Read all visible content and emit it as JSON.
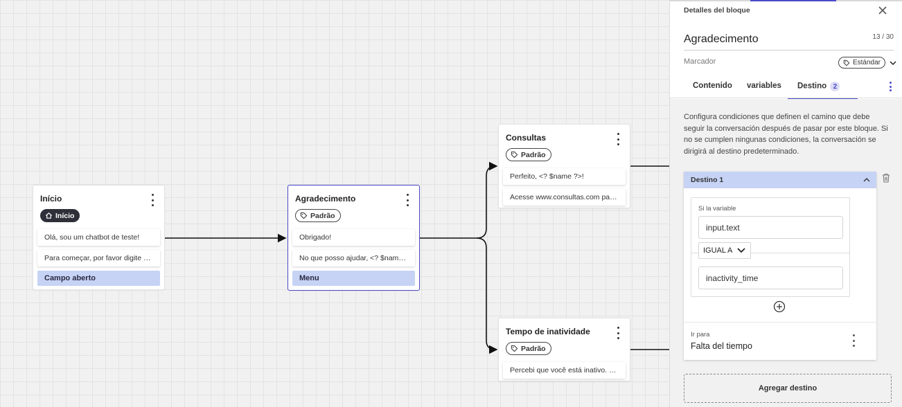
{
  "canvas": {
    "nodes": {
      "inicio": {
        "title": "Início",
        "tag": "Início",
        "messages": [
          "Olá, sou um chatbot de teste!",
          "Para começar, por favor digite o seu nome"
        ],
        "option": "Campo aberto"
      },
      "agradecimento": {
        "title": "Agradecimento",
        "tag": "Padrão",
        "messages": [
          "Obrigado!",
          "No que posso ajudar, <? $name ?>?"
        ],
        "option": "Menu"
      },
      "consultas": {
        "title": "Consultas",
        "tag": "Padrão",
        "messages": [
          "Perfeito, <? $name ?>!",
          "Acesse www.consultas.com para agendar"
        ]
      },
      "inatividade": {
        "title": "Tempo de inatividade",
        "tag": "Padrão",
        "messages": [
          "Percebi que você está inativo. Conversa encerrada."
        ]
      }
    }
  },
  "panel": {
    "header": "Detalles del bloque",
    "title": "Agradecimento",
    "char_count": "13 / 30",
    "marcador_label": "Marcador",
    "marcador_value": "Estándar",
    "tabs": [
      {
        "label": "Contenido"
      },
      {
        "label": "variables"
      },
      {
        "label": "Destino",
        "badge": "2"
      }
    ],
    "description": "Configura condiciones que definen el camino que debe seguir la conversación después de pasar por este bloque. Si no se cumplen ningunas condiciones, la conversación se dirigirá al destino predeterminado.",
    "destination": {
      "title": "Destino 1",
      "condition_label": "Si la variable",
      "variable": "input.text",
      "operator": "IGUAL A",
      "value": "inactivity_time",
      "goto_label": "Ir para",
      "goto_value": "Falta del tiempo"
    },
    "add_destination": "Agregar destino"
  },
  "colors": {
    "accent": "#4a49c9",
    "option_fill": "#c6d3f5",
    "canvas_bg": "#f1f1f1"
  }
}
